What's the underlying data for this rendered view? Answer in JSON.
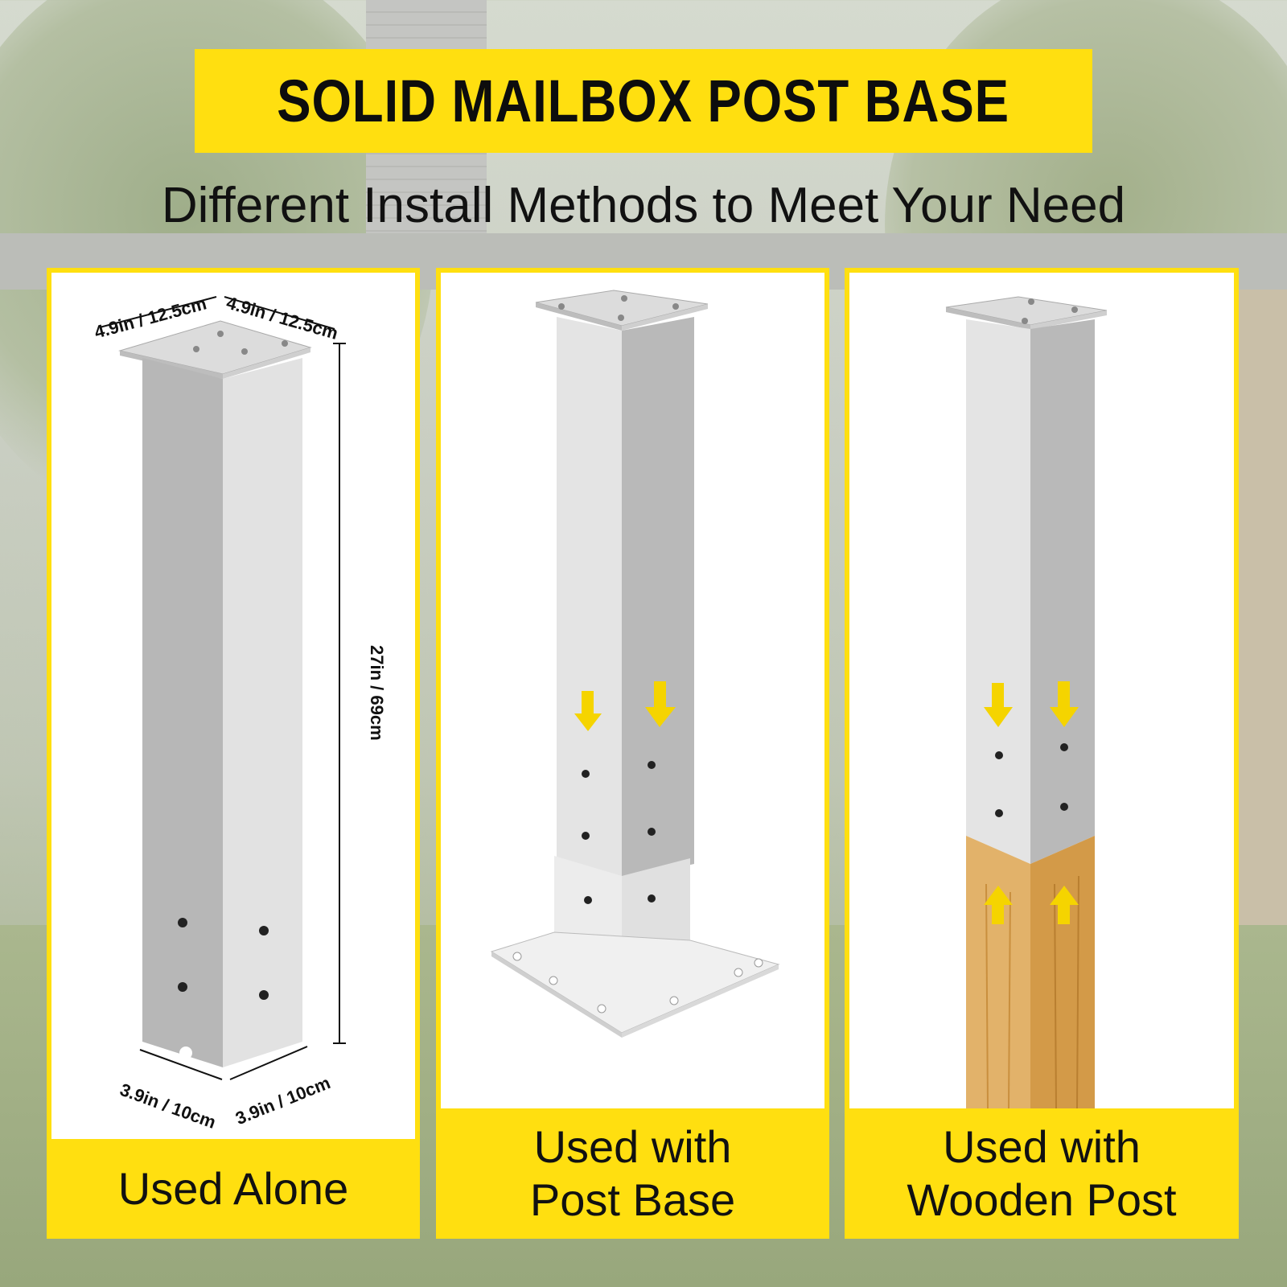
{
  "title": "SOLID MAILBOX POST BASE",
  "subtitle": "Different Install Methods to Meet Your Need",
  "panels": [
    {
      "caption": "Used Alone",
      "dimensions": {
        "top_left": "4.9in / 12.5cm",
        "top_right": "4.9in / 12.5cm",
        "height": "27in / 69cm",
        "bottom_left": "3.9in / 10cm",
        "bottom_right": "3.9in / 10cm"
      }
    },
    {
      "caption_line1": "Used with",
      "caption_line2": "Post Base"
    },
    {
      "caption_line1": "Used with",
      "caption_line2": "Wooden Post"
    }
  ],
  "colors": {
    "accent_yellow": "#ffdf10",
    "post_silver": "#d9d9d9",
    "post_shadow": "#b5b5b5",
    "wood": "#d9a45a",
    "arrow_yellow": "#f5d400"
  }
}
